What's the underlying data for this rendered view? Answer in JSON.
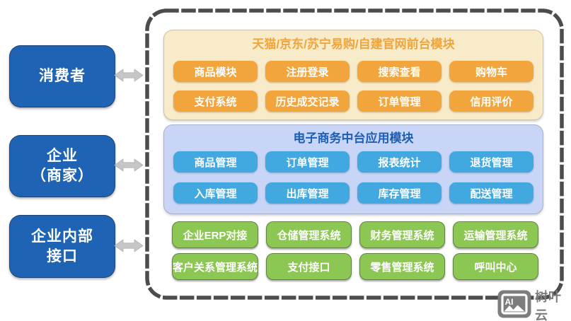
{
  "actors": [
    {
      "id": "consumer",
      "lines": [
        "消费者"
      ]
    },
    {
      "id": "enterprise",
      "lines": [
        "企业",
        "（商家）"
      ]
    },
    {
      "id": "internal-interface",
      "lines": [
        "企业内部",
        "接口"
      ]
    }
  ],
  "panels": {
    "front": {
      "title": "天猫/京东/苏宁易购/自建官网前台模块",
      "buttons": [
        "商品模块",
        "注册登录",
        "搜索查看",
        "购物车",
        "支付系统",
        "历史成交记录",
        "订单管理",
        "信用评价"
      ]
    },
    "middle": {
      "title": "电子商务中台应用模块",
      "buttons": [
        "商品管理",
        "订单管理",
        "报表统计",
        "退货管理",
        "入库管理",
        "出库管理",
        "库存管理",
        "配送管理"
      ]
    },
    "backend": {
      "buttons": [
        "企业ERP对接",
        "仓储管理系统",
        "财务管理系统",
        "运输管理系统",
        "客户关系管理系统",
        "支付接口",
        "零售管理系统",
        "呼叫中心"
      ]
    }
  },
  "watermark": {
    "logo_text": "AI",
    "label": "树叶云"
  },
  "colors": {
    "actor_blue": "#1E63B4",
    "front_panel_bg": "#F8EBC9",
    "front_accent_orange": "#F2A53C",
    "middle_panel_bg": "#C8D5F6",
    "middle_title_blue": "#1C5FB5",
    "middle_button_sky": "#41A8E0",
    "backend_green": "#8CC653",
    "dashed_border_gray": "#4C4C4C",
    "arrow_gray": "#C6C6C6",
    "watermark_gray": "#7D7D7D"
  }
}
